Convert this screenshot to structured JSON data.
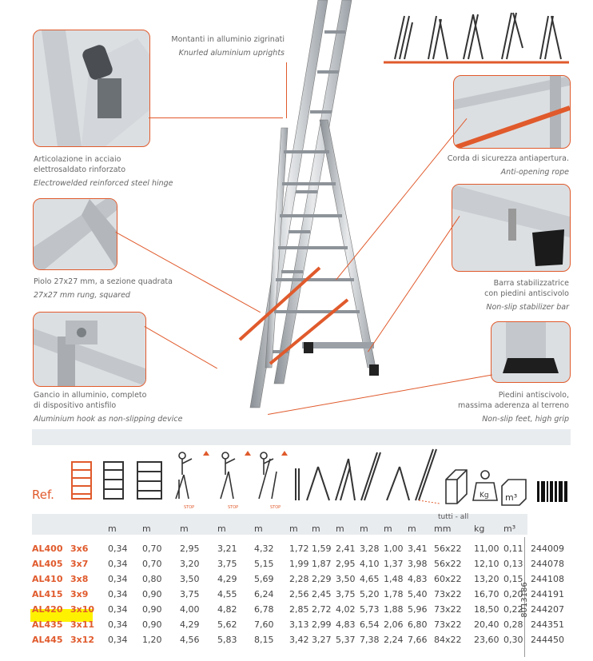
{
  "features": {
    "uprights": {
      "it": "Montanti in alluminio zigrinati",
      "en": "Knurled aluminium uprights"
    },
    "hinge": {
      "it_line1": "Articolazione in acciaio",
      "it_line2": "elettrosaldato rinforzato",
      "en": "Electrowelded reinforced steel hinge"
    },
    "rung": {
      "it": "Piolo 27x27 mm, a sezione quadrata",
      "en": "27x27 mm rung, squared"
    },
    "hook": {
      "it_line1": "Gancio in alluminio, completo",
      "it_line2": "di dispositivo antisfilo",
      "en": "Aluminium hook as non-slipping device"
    },
    "rope": {
      "it": "Corda di sicurezza antiapertura.",
      "en": "Anti-opening rope"
    },
    "stabilizer": {
      "it_line1": "Barra stabilizzatrice",
      "it_line2": "con piedini antiscivolo",
      "en": "Non-slip stabilizer bar"
    },
    "feet": {
      "it_line1": "Piedini antiscivolo,",
      "it_line2": "massima aderenza al terreno",
      "en": "Non-slip feet, high grip"
    }
  },
  "table": {
    "ref_label": "Ref.",
    "stop_label": "STOP",
    "kg_label": "Kg",
    "m3_label": "m³",
    "tutti_label": "tutti - all",
    "units": [
      "m",
      "m",
      "m",
      "m",
      "m",
      "m",
      "m",
      "m",
      "m",
      "m",
      "m",
      "mm",
      "kg",
      "m³"
    ],
    "group_code": "8013186",
    "rows": [
      {
        "ref": "AL400",
        "size": "3x6",
        "v": [
          "0,34",
          "0,70",
          "2,95",
          "3,21",
          "4,32",
          "1,72",
          "1,59",
          "2,41",
          "3,28",
          "1,00",
          "3,41",
          "56x22",
          "11,00",
          "0,11"
        ],
        "code": "244009"
      },
      {
        "ref": "AL405",
        "size": "3x7",
        "v": [
          "0,34",
          "0,70",
          "3,20",
          "3,75",
          "5,15",
          "1,99",
          "1,87",
          "2,95",
          "4,10",
          "1,37",
          "3,98",
          "56x22",
          "12,10",
          "0,13"
        ],
        "code": "244078"
      },
      {
        "ref": "AL410",
        "size": "3x8",
        "v": [
          "0,34",
          "0,80",
          "3,50",
          "4,29",
          "5,69",
          "2,28",
          "2,29",
          "3,50",
          "4,65",
          "1,48",
          "4,83",
          "60x22",
          "13,20",
          "0,15"
        ],
        "code": "244108"
      },
      {
        "ref": "AL415",
        "size": "3x9",
        "v": [
          "0,34",
          "0,90",
          "3,75",
          "4,55",
          "6,24",
          "2,56",
          "2,45",
          "3,75",
          "5,20",
          "1,78",
          "5,40",
          "73x22",
          "16,70",
          "0,20"
        ],
        "code": "244191"
      },
      {
        "ref": "AL420",
        "size": "3x10",
        "v": [
          "0,34",
          "0,90",
          "4,00",
          "4,82",
          "6,78",
          "2,85",
          "2,72",
          "4,02",
          "5,73",
          "1,88",
          "5,96",
          "73x22",
          "18,50",
          "0,22"
        ],
        "code": "244207"
      },
      {
        "ref": "AL435",
        "size": "3x11",
        "v": [
          "0,34",
          "0,90",
          "4,29",
          "5,62",
          "7,60",
          "3,13",
          "2,99",
          "4,83",
          "6,54",
          "2,06",
          "6,80",
          "73x22",
          "20,40",
          "0,28"
        ],
        "code": "244351"
      },
      {
        "ref": "AL445",
        "size": "3x12",
        "v": [
          "0,34",
          "1,20",
          "4,56",
          "5,83",
          "8,15",
          "3,42",
          "3,27",
          "5,37",
          "7,38",
          "2,24",
          "7,66",
          "84x22",
          "23,60",
          "0,30"
        ],
        "code": "244450"
      }
    ]
  }
}
